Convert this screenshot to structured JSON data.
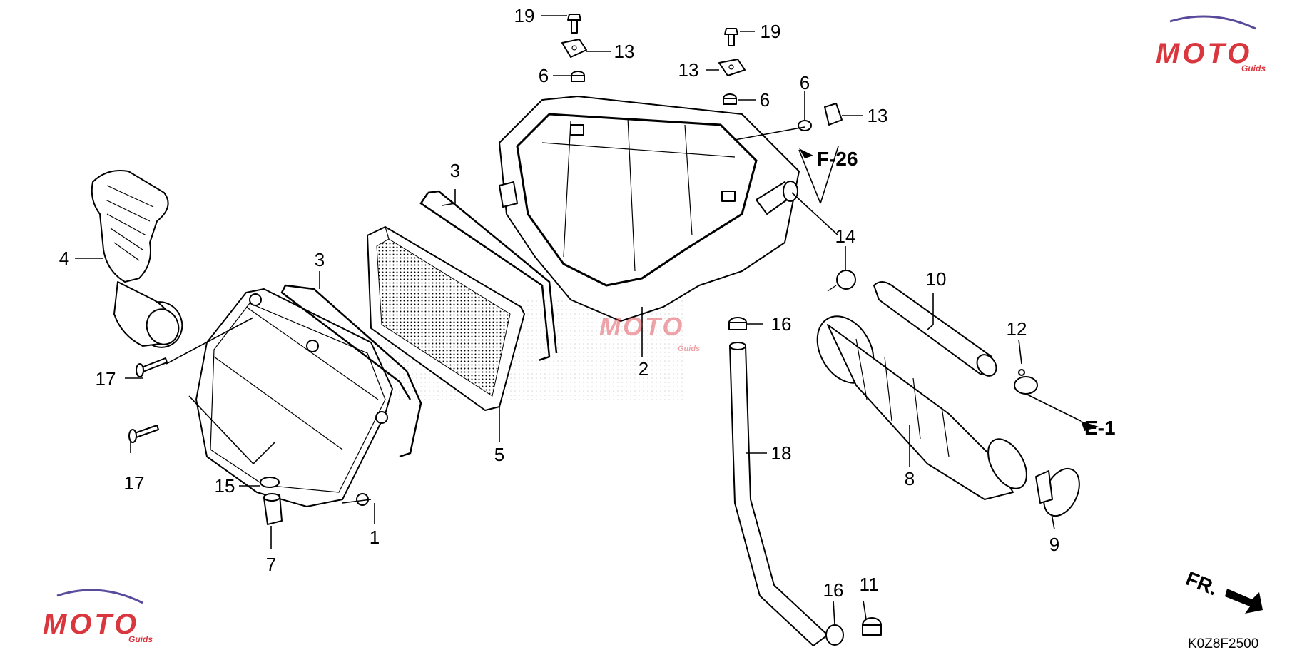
{
  "callouts": {
    "c1": "1",
    "c2": "2",
    "c3a": "3",
    "c3b": "3",
    "c4": "4",
    "c5": "5",
    "c6a": "6",
    "c6b": "6",
    "c6c": "6",
    "c7": "7",
    "c8": "8",
    "c9": "9",
    "c10": "10",
    "c11": "11",
    "c12": "12",
    "c13a": "13",
    "c13b": "13",
    "c13c": "13",
    "c14": "14",
    "c15": "15",
    "c16a": "16",
    "c16b": "16",
    "c17a": "17",
    "c17b": "17",
    "c18": "18",
    "c19a": "19",
    "c19b": "19"
  },
  "references": {
    "f26": "F-26",
    "e1": "E-1",
    "fr": "FR."
  },
  "diagram_code": "K0Z8F2500",
  "watermark": {
    "brand": "MOTO",
    "sub": "Guids"
  },
  "colors": {
    "watermark_red": "#d9363e",
    "watermark_purple": "#5a4a9c",
    "line": "#000000"
  }
}
